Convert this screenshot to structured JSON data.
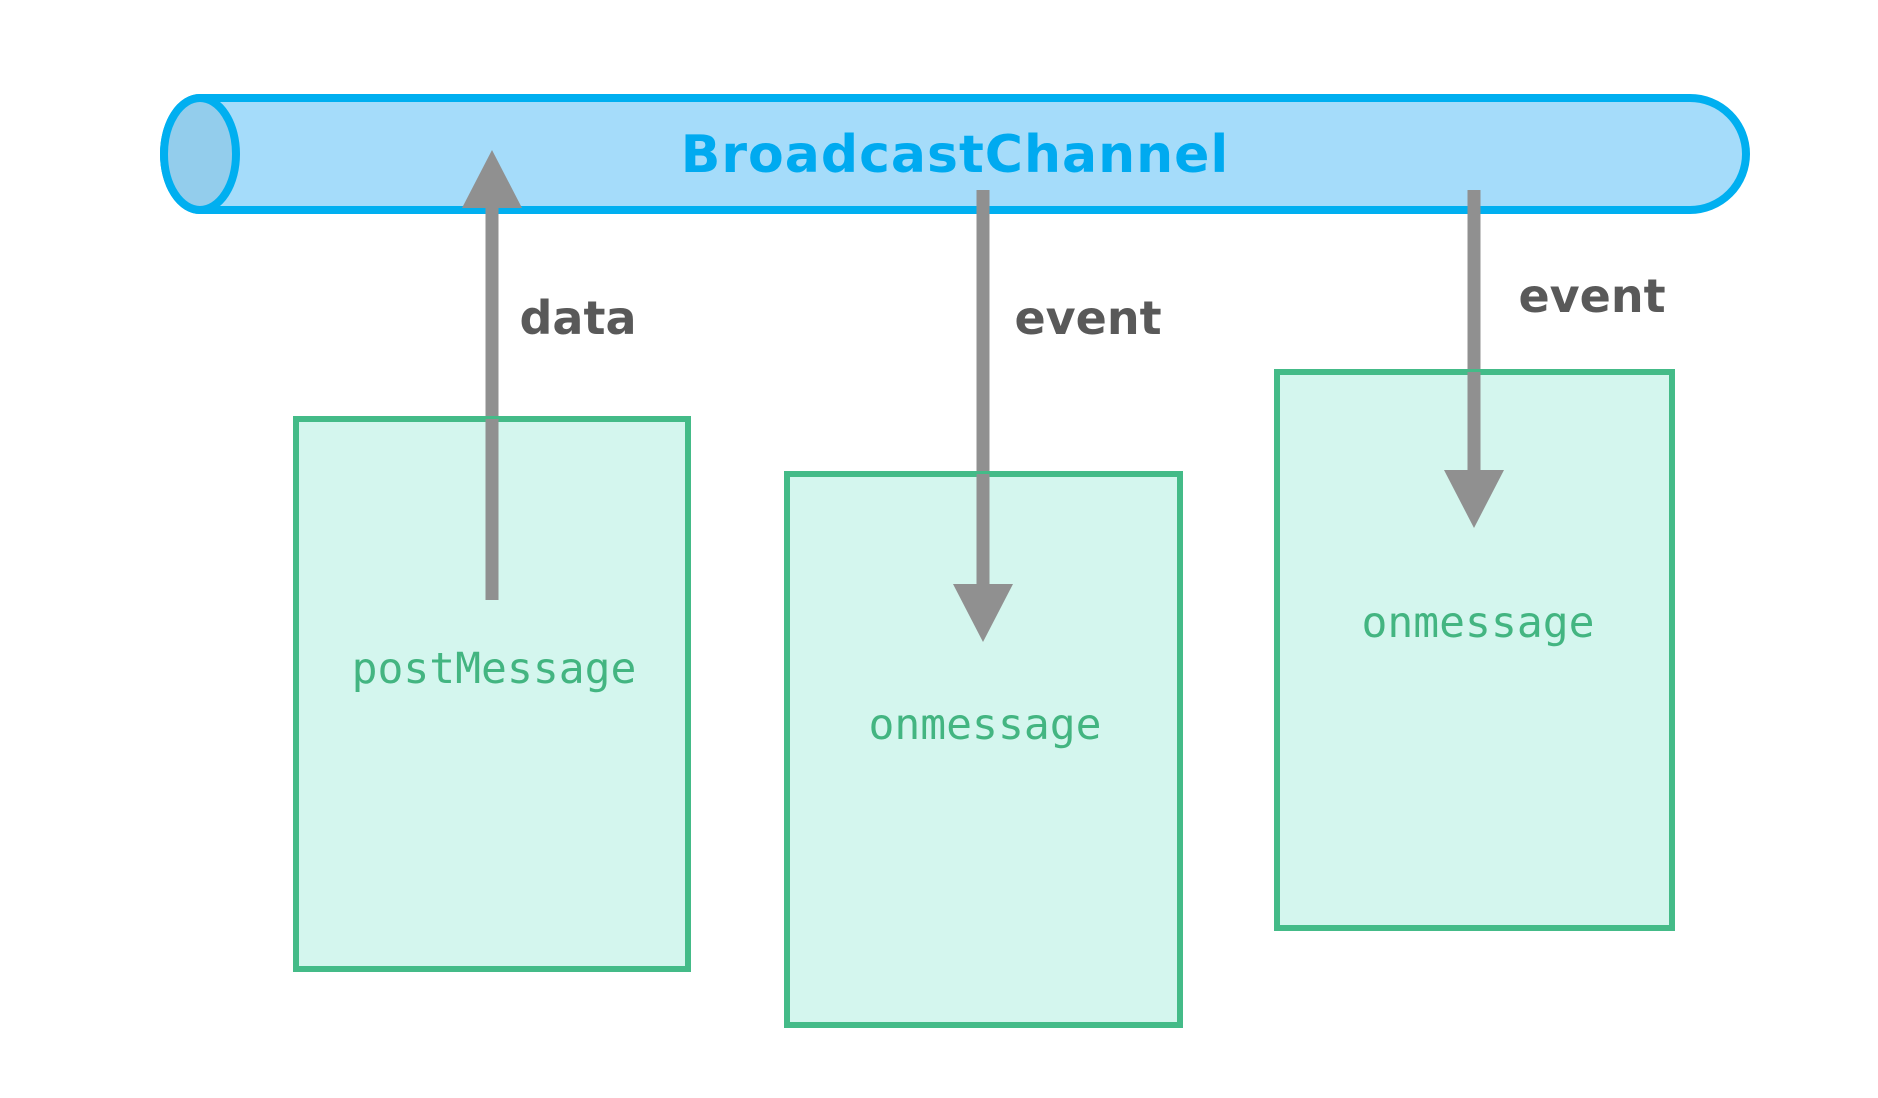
{
  "diagram": {
    "title": "BroadcastChannel API message flow diagram",
    "background": "#ffffff",
    "channel": {
      "label": "BroadcastChannel",
      "shape": "cylinder",
      "fill": "#a5dcfa",
      "stroke": "#00aff0",
      "cap_fill": "#93cdec",
      "text_color": "#00aaf0"
    },
    "nodes": [
      {
        "id": "node-postmessage",
        "label": "postMessage",
        "fill": "#d4f6ee",
        "stroke": "#44bb88",
        "text_color": "#43b581"
      },
      {
        "id": "node-onmessage-1",
        "label": "onmessage",
        "fill": "#d4f6ee",
        "stroke": "#44bb88",
        "text_color": "#43b581"
      },
      {
        "id": "node-onmessage-2",
        "label": "onmessage",
        "fill": "#d4f6ee",
        "stroke": "#44bb88",
        "text_color": "#43b581"
      }
    ],
    "edges": [
      {
        "id": "edge-data",
        "label": "data",
        "from": "node-postmessage",
        "to": "channel",
        "direction": "up",
        "color": "#909090"
      },
      {
        "id": "edge-event-1",
        "label": "event",
        "from": "channel",
        "to": "node-onmessage-1",
        "direction": "down",
        "color": "#909090"
      },
      {
        "id": "edge-event-2",
        "label": "event",
        "from": "channel",
        "to": "node-onmessage-2",
        "direction": "down",
        "color": "#909090"
      }
    ]
  }
}
